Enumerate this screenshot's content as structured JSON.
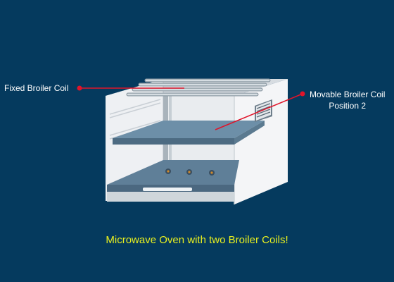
{
  "labels": {
    "fixed_coil": "Fixed Broiler Coil",
    "movable_coil_line1": "Movable Broiler Coil",
    "movable_coil_line2": "Position 2"
  },
  "caption": "Microwave Oven with two Broiler Coils!",
  "colors": {
    "background": "#053a5e",
    "caption": "#e8ef1f",
    "label_text": "#ffffff",
    "pointer": "#e0142a",
    "shelf": "#6d8fa8",
    "oven_wall": "#f4f5f7"
  },
  "icons": {
    "vent": "vent-grille-icon",
    "pointer_dot": "pointer-dot-icon"
  }
}
